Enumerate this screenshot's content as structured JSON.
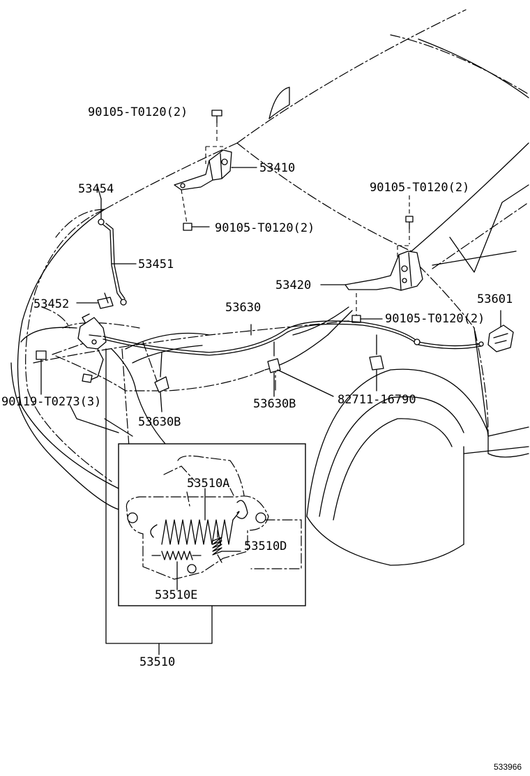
{
  "labels": {
    "bolt_top": "90105-T0120(2)",
    "hinge_left": "53410",
    "support_rod_clip": "53454",
    "bolt_left_hinge": "90105-T0120(2)",
    "bolt_right_top": "90105-T0120(2)",
    "support_rod": "53451",
    "hinge_right": "53420",
    "holder": "53452",
    "cable": "53630",
    "lever": "53601",
    "bolt_right_hinge": "90105-T0120(2)",
    "bolt_lock": "90119-T0273(3)",
    "clamp_left": "53630B",
    "clamp_mid": "53630B",
    "clamp_right": "82711-16790",
    "spring_a": "53510A",
    "spring_d": "53510D",
    "spring_e": "53510E",
    "lock_assy": "53510",
    "diagram_id": "533966"
  }
}
